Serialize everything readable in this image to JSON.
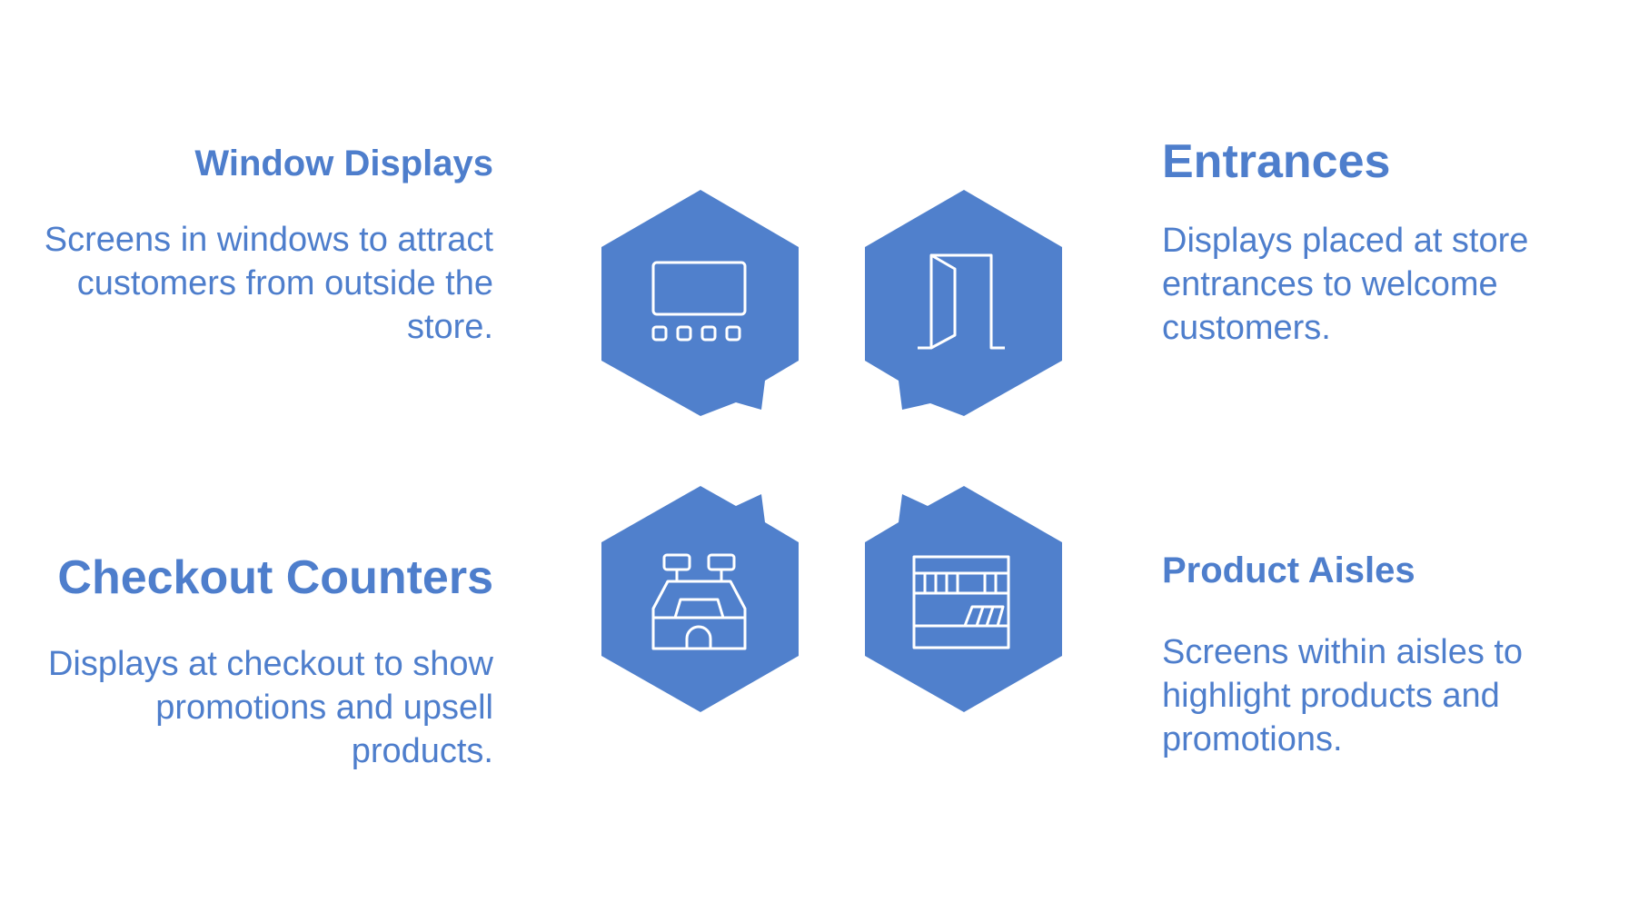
{
  "colors": {
    "hex_fill": "#5080CC",
    "icon_stroke": "#FFFFFF",
    "text": "#4E7ECC"
  },
  "sections": [
    {
      "id": "window-displays",
      "title": "Window Displays",
      "description": "Screens in windows to attract customers from outside the store.",
      "icon": "display-screen-icon"
    },
    {
      "id": "entrances",
      "title": "Entrances",
      "description": "Displays placed at store entrances to welcome customers.",
      "icon": "open-door-icon"
    },
    {
      "id": "checkout-counters",
      "title": "Checkout Counters",
      "description": "Displays at checkout to show promotions and upsell products.",
      "icon": "checkout-counter-icon"
    },
    {
      "id": "product-aisles",
      "title": "Product Aisles",
      "description": "Screens within aisles to highlight products and promotions.",
      "icon": "store-shelf-icon"
    }
  ]
}
